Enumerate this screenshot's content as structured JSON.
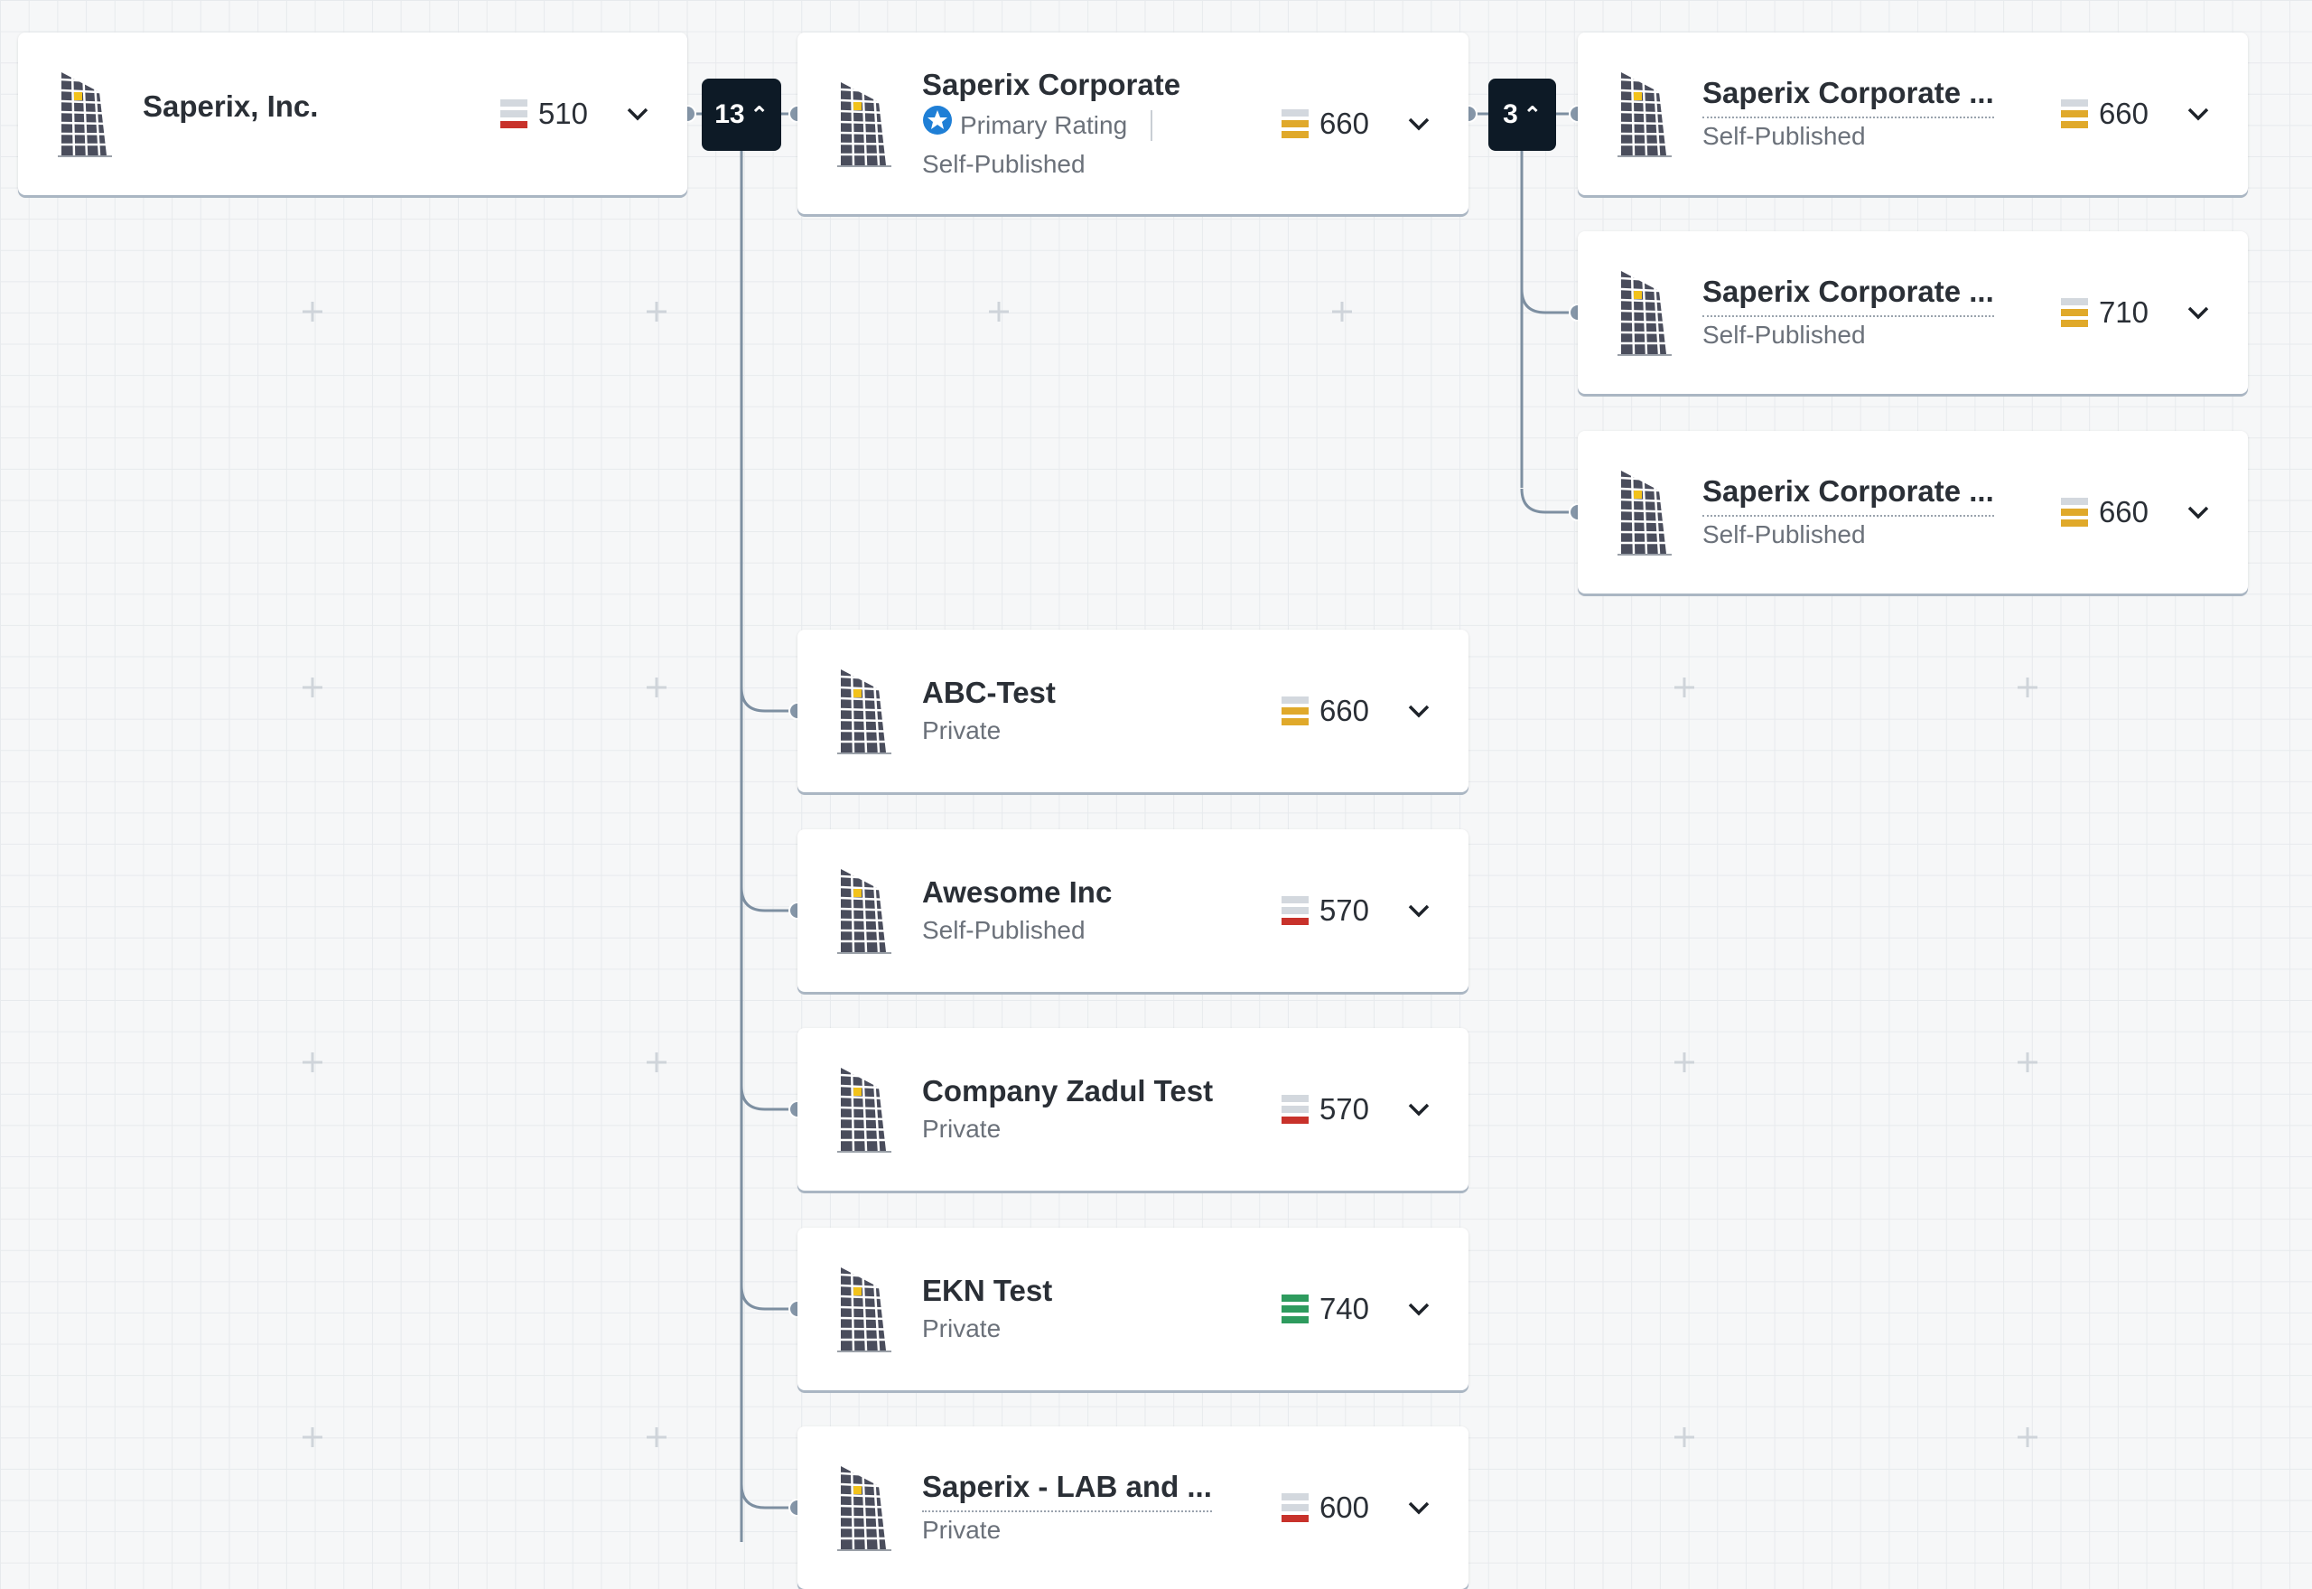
{
  "colors": {
    "red": "#c8322b",
    "yellow": "#e0a92a",
    "green": "#2e9b5e",
    "empty": "#d3d8de",
    "wire": "#7d8fa1"
  },
  "root": {
    "name": "Saperix, Inc.",
    "score": "510",
    "level": 1,
    "tone": "red"
  },
  "root_badge": {
    "count": "13"
  },
  "corporate": {
    "name": "Saperix Corporate",
    "primary_label": "Primary Rating",
    "subtitle": "Self-Published",
    "score": "660",
    "level": 2,
    "tone": "yellow"
  },
  "corporate_badge": {
    "count": "3"
  },
  "corporate_children": [
    {
      "name": "Saperix Corporate ...",
      "subtitle": "Self-Published",
      "score": "660",
      "level": 2,
      "tone": "yellow",
      "truncated": true
    },
    {
      "name": "Saperix Corporate ...",
      "subtitle": "Self-Published",
      "score": "710",
      "level": 2,
      "tone": "yellow",
      "truncated": true
    },
    {
      "name": "Saperix Corporate ...",
      "subtitle": "Self-Published",
      "score": "660",
      "level": 2,
      "tone": "yellow",
      "truncated": true
    }
  ],
  "root_children": [
    {
      "name": "ABC-Test",
      "subtitle": "Private",
      "score": "660",
      "level": 2,
      "tone": "yellow"
    },
    {
      "name": "Awesome Inc",
      "subtitle": "Self-Published",
      "score": "570",
      "level": 1,
      "tone": "red"
    },
    {
      "name": "Company Zadul Test",
      "subtitle": "Private",
      "score": "570",
      "level": 1,
      "tone": "red"
    },
    {
      "name": "EKN Test",
      "subtitle": "Private",
      "score": "740",
      "level": 3,
      "tone": "green"
    },
    {
      "name": "Saperix - LAB and ...",
      "subtitle": "Private",
      "score": "600",
      "level": 1,
      "tone": "red",
      "truncated": true
    }
  ]
}
